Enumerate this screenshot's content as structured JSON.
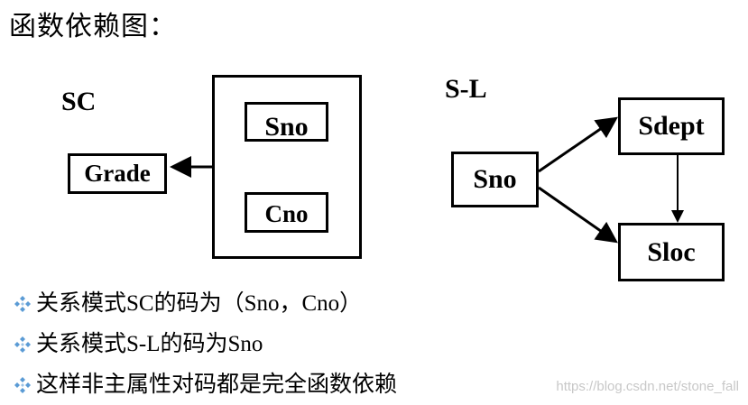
{
  "title": "函数依赖图：",
  "sc": {
    "label": "SC",
    "sno": "Sno",
    "cno": "Cno",
    "grade": "Grade"
  },
  "sl": {
    "label": "S-L",
    "sno": "Sno",
    "sdept": "Sdept",
    "sloc": "Sloc"
  },
  "bullets": [
    "关系模式SC的码为（Sno，Cno）",
    "关系模式S-L的码为Sno",
    "这样非主属性对码都是完全函数依赖"
  ],
  "bullet_icon": "diamond-cluster-icon",
  "bullet_color": "#5b9bd5",
  "watermark": "https://blog.csdn.net/stone_fall"
}
